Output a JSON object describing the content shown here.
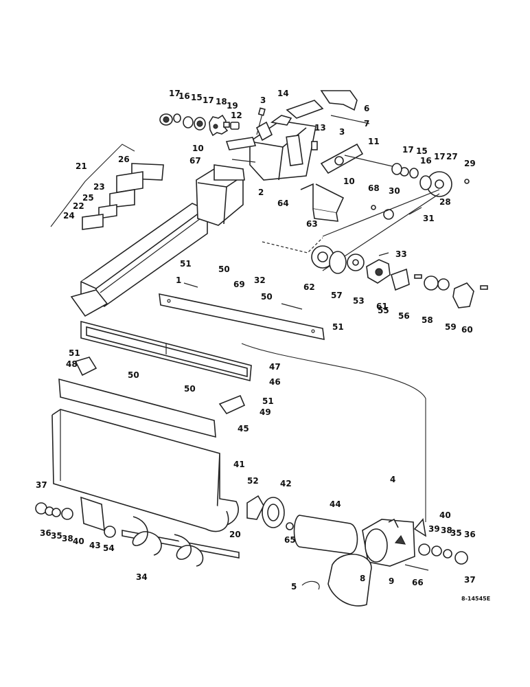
{
  "diagram": {
    "reference_code": "8-14545E",
    "callouts": {
      "c17a": "17",
      "c16a": "16",
      "c15a": "15",
      "c17b": "17",
      "c18": "18",
      "c19": "19",
      "c12": "12",
      "c3a": "3",
      "c14": "14",
      "c6": "6",
      "c13": "13",
      "c7": "7",
      "c3b": "3",
      "c11": "11",
      "c10a": "10",
      "c67": "67",
      "c21": "21",
      "c26": "26",
      "c23": "23",
      "c25": "25",
      "c22": "22",
      "c24": "24",
      "c2": "2",
      "c64": "64",
      "c63": "63",
      "c10b": "10",
      "c17c": "17",
      "c15b": "15",
      "c16b": "16",
      "c17d": "17",
      "c27": "27",
      "c29": "29",
      "c68": "68",
      "c30": "30",
      "c28": "28",
      "c31": "31",
      "c1": "1",
      "c51a": "51",
      "c50a": "50",
      "c69": "69",
      "c32": "32",
      "c62": "62",
      "c57": "57",
      "c53": "53",
      "c33": "33",
      "c61": "61",
      "c55": "55",
      "c56": "56",
      "c58": "58",
      "c59": "59",
      "c60": "60",
      "c50b": "50",
      "c51b": "51",
      "c51c": "51",
      "c48": "48",
      "c50c": "50",
      "c47": "47",
      "c46": "46",
      "c50d": "50",
      "c51d": "51",
      "c49": "49",
      "c45": "45",
      "c41": "41",
      "c37a": "37",
      "c36a": "36",
      "c35a": "35",
      "c38a": "38",
      "c40a": "40",
      "c43": "43",
      "c54": "54",
      "c34": "34",
      "c52": "52",
      "c42": "42",
      "c44": "44",
      "c65": "65",
      "c20": "20",
      "c4": "4",
      "c40b": "40",
      "c39": "39",
      "c38b": "38",
      "c35b": "35",
      "c36b": "36",
      "c37b": "37",
      "c9": "9",
      "c66": "66",
      "c8": "8",
      "c5": "5"
    }
  }
}
